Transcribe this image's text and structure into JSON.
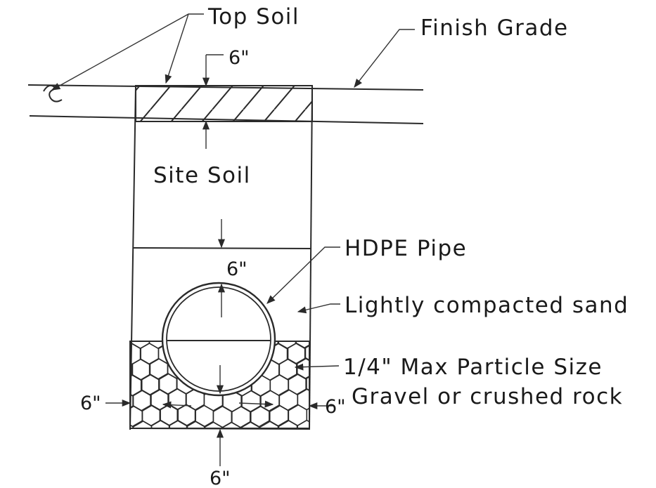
{
  "labels": {
    "top_soil": "Top Soil",
    "finish_grade": "Finish Grade",
    "site_soil": "Site Soil",
    "hdpe_pipe": "HDPE Pipe",
    "lightly_compacted_sand": "Lightly compacted sand",
    "particle_size": "1/4\" Max Particle Size",
    "gravel": "Gravel or crushed rock"
  },
  "dimensions": {
    "topsoil_depth": "6\"",
    "cover_above_pipe": "6\"",
    "left_clearance": "6\"",
    "right_clearance": "6\"",
    "bottom_bedding": "6\""
  }
}
